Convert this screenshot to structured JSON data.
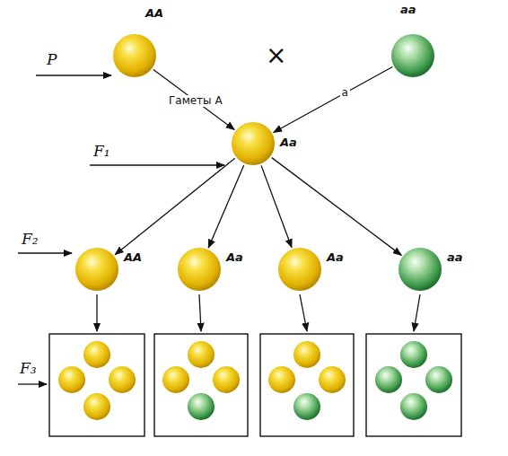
{
  "diagram": {
    "nodes": [
      {
        "text": [
          "AA"
        ]
      },
      {
        "text": [
          "aa"
        ]
      },
      {
        "text": [
          "Aa"
        ]
      },
      {
        "text": [
          "AA"
        ]
      },
      {
        "text": [
          "Aa"
        ]
      },
      {
        "text": [
          "Aa"
        ]
      },
      {
        "text": [
          "aa"
        ]
      }
    ],
    "edges": [
      {
        "from": 0,
        "to": 2,
        "label": "Гаметы A",
        "arrow": "to"
      },
      {
        "from": 1,
        "to": 2,
        "label": "a",
        "arrow": "to"
      },
      {
        "from": 2,
        "to": 3,
        "arrow": "to"
      },
      {
        "from": 2,
        "to": 4,
        "arrow": "to"
      },
      {
        "from": 2,
        "to": 5,
        "arrow": "to"
      },
      {
        "from": 2,
        "to": 6,
        "arrow": "to"
      }
    ],
    "labels": [
      "P",
      "×",
      "F₁",
      "F₂",
      "F₃"
    ]
  }
}
